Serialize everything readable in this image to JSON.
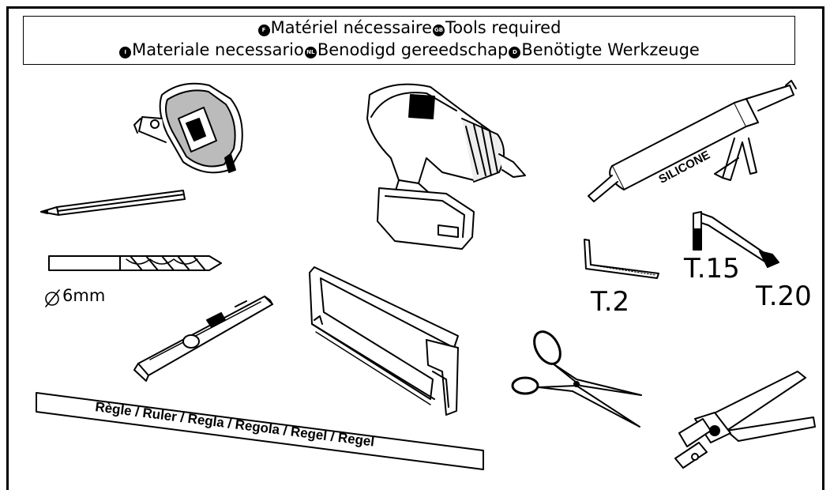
{
  "header": {
    "badges": {
      "fr": "F",
      "gb": "GB",
      "it": "I",
      "nl": "NL",
      "de": "D"
    },
    "fr": "Matériel nécessaire",
    "gb": "Tools required",
    "it": "Materiale necessario",
    "nl": "Benodigd gereedschap",
    "de": "Benötigte Werkzeuge"
  },
  "tools": {
    "drill_bit_size": "6mm",
    "hex_key_small": "T.2",
    "torx_key_a": "T.15",
    "torx_key_b": "T.20",
    "silicone_label": "SILICONE",
    "ruler_label": "Règle / Ruler / Regla / Regola / Regel / Regel"
  },
  "icons": [
    "tape-measure-icon",
    "pencil-icon",
    "drill-bit-icon",
    "cordless-drill-icon",
    "spirit-level-icon",
    "hacksaw-icon",
    "silicone-gun-icon",
    "hex-key-icon",
    "torx-key-icon",
    "scissors-icon",
    "pliers-cutter-icon",
    "ruler-icon",
    "diameter-icon"
  ]
}
